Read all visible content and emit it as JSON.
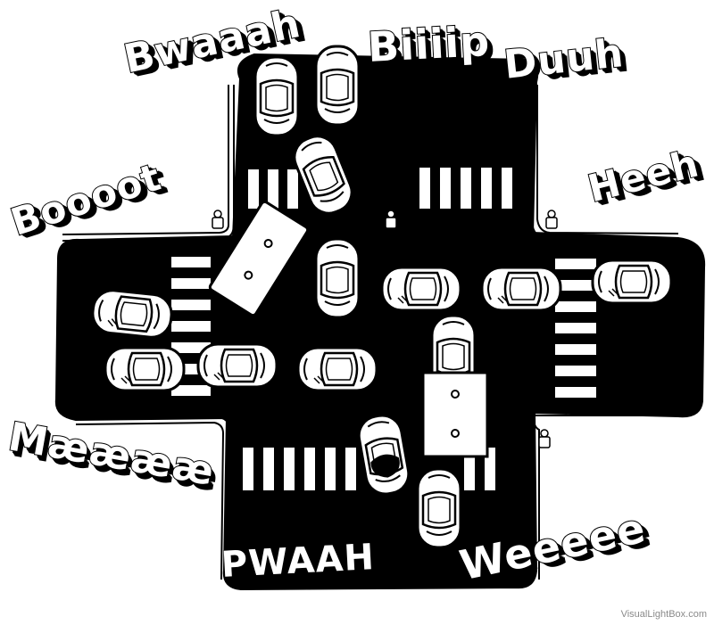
{
  "sound_effects": {
    "bwaaah": "Bwaaah",
    "biiiip": "Biiiip",
    "duuh": "Duuh",
    "heeh": "Heeh",
    "boooot": "Boooot",
    "maeeee": "Mææææ",
    "pwaah": "PWAAH",
    "weeeee": "Weeeee"
  },
  "watermark": "VisualLightBox.com",
  "colors": {
    "ink": "#000000",
    "paper": "#ffffff"
  }
}
